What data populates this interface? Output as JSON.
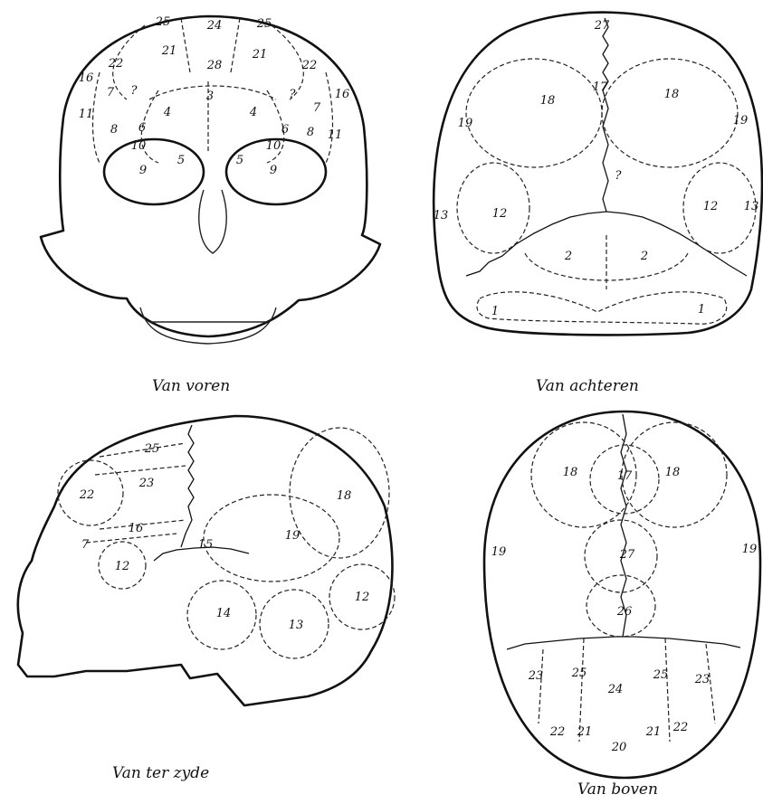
{
  "captions": {
    "front": "Van voren",
    "back": "Van achteren",
    "side": "Van ter zyde",
    "top": "Van boven"
  },
  "views": {
    "front": {
      "labels": [
        "25",
        "24",
        "25",
        "22",
        "21",
        "28",
        "21",
        "22",
        "16",
        "7",
        "?",
        "3",
        "?",
        "7",
        "16",
        "11",
        "8",
        "6",
        "4",
        "4",
        "6",
        "8",
        "11",
        "10",
        "10",
        "5",
        "5",
        "9",
        "9"
      ]
    },
    "back": {
      "labels": [
        "27",
        "17",
        "18",
        "18",
        "19",
        "19",
        "?",
        "12",
        "12",
        "13",
        "13",
        "2",
        "2",
        "1",
        "1"
      ]
    },
    "side": {
      "labels": [
        "25",
        "23",
        "22",
        "16",
        "7",
        "15",
        "19",
        "18",
        "12",
        "14",
        "13",
        "12"
      ]
    },
    "top": {
      "labels": [
        "18",
        "17",
        "18",
        "19",
        "27",
        "19",
        "26",
        "23",
        "25",
        "24",
        "25",
        "23",
        "22",
        "21",
        "20",
        "21",
        "22"
      ]
    }
  }
}
